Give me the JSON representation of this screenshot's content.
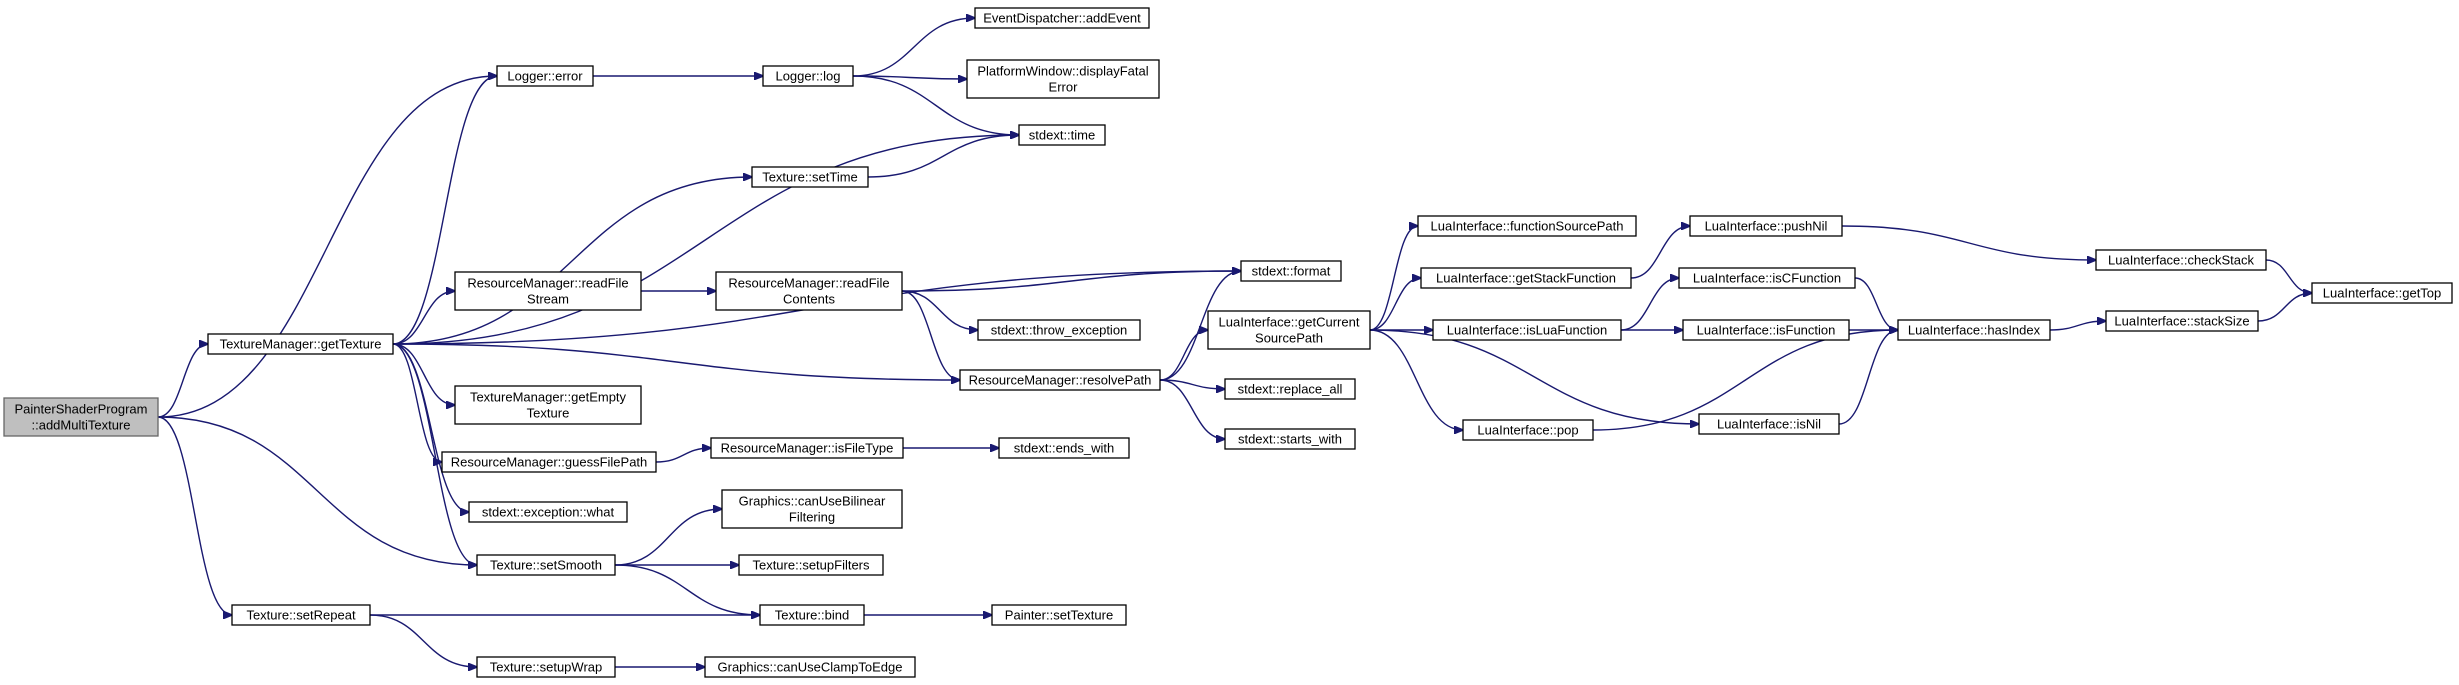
{
  "diagram": {
    "nodes": [
      {
        "id": "root",
        "lines": [
          "PainterShaderProgram",
          "::addMultiTexture"
        ],
        "root": true
      },
      {
        "id": "tm_getTexture",
        "lines": [
          "TextureManager::getTexture"
        ]
      },
      {
        "id": "tex_setRepeat",
        "lines": [
          "Texture::setRepeat"
        ]
      },
      {
        "id": "logger_error",
        "lines": [
          "Logger::error"
        ]
      },
      {
        "id": "logger_log",
        "lines": [
          "Logger::log"
        ]
      },
      {
        "id": "ed_addEvent",
        "lines": [
          "EventDispatcher::addEvent"
        ]
      },
      {
        "id": "pw_displayFatal",
        "lines": [
          "PlatformWindow::displayFatal",
          "Error"
        ]
      },
      {
        "id": "stdext_time",
        "lines": [
          "stdext::time"
        ]
      },
      {
        "id": "tex_setTime",
        "lines": [
          "Texture::setTime"
        ]
      },
      {
        "id": "stdext_format",
        "lines": [
          "stdext::format"
        ]
      },
      {
        "id": "rm_readFileStream",
        "lines": [
          "ResourceManager::readFile",
          "Stream"
        ]
      },
      {
        "id": "rm_readFileContents",
        "lines": [
          "ResourceManager::readFile",
          "Contents"
        ]
      },
      {
        "id": "stdext_throw",
        "lines": [
          "stdext::throw_exception"
        ]
      },
      {
        "id": "rm_resolvePath",
        "lines": [
          "ResourceManager::resolvePath"
        ]
      },
      {
        "id": "tm_getEmpty",
        "lines": [
          "TextureManager::getEmpty",
          "Texture"
        ]
      },
      {
        "id": "rm_guessFilePath",
        "lines": [
          "ResourceManager::guessFilePath"
        ]
      },
      {
        "id": "rm_isFileType",
        "lines": [
          "ResourceManager::isFileType"
        ]
      },
      {
        "id": "stdext_endsWith",
        "lines": [
          "stdext::ends_with"
        ]
      },
      {
        "id": "stdext_exceptionWhat",
        "lines": [
          "stdext::exception::what"
        ]
      },
      {
        "id": "gfx_canUseBilinear",
        "lines": [
          "Graphics::canUseBilinear",
          "Filtering"
        ]
      },
      {
        "id": "tex_setSmooth",
        "lines": [
          "Texture::setSmooth"
        ]
      },
      {
        "id": "tex_setupFilters",
        "lines": [
          "Texture::setupFilters"
        ]
      },
      {
        "id": "tex_bind",
        "lines": [
          "Texture::bind"
        ]
      },
      {
        "id": "painter_setTexture",
        "lines": [
          "Painter::setTexture"
        ]
      },
      {
        "id": "tex_setupWrap",
        "lines": [
          "Texture::setupWrap"
        ]
      },
      {
        "id": "gfx_canUseClamp",
        "lines": [
          "Graphics::canUseClampToEdge"
        ]
      },
      {
        "id": "li_getCurrentSourcePath",
        "lines": [
          "LuaInterface::getCurrent",
          "SourcePath"
        ]
      },
      {
        "id": "stdext_replaceAll",
        "lines": [
          "stdext::replace_all"
        ]
      },
      {
        "id": "stdext_startsWith",
        "lines": [
          "stdext::starts_with"
        ]
      },
      {
        "id": "li_functionSourcePath",
        "lines": [
          "LuaInterface::functionSourcePath"
        ]
      },
      {
        "id": "li_getStackFunction",
        "lines": [
          "LuaInterface::getStackFunction"
        ]
      },
      {
        "id": "li_isLuaFunction",
        "lines": [
          "LuaInterface::isLuaFunction"
        ]
      },
      {
        "id": "li_isNil",
        "lines": [
          "LuaInterface::isNil"
        ]
      },
      {
        "id": "li_pop",
        "lines": [
          "LuaInterface::pop"
        ]
      },
      {
        "id": "li_pushNil",
        "lines": [
          "LuaInterface::pushNil"
        ]
      },
      {
        "id": "li_isCFunction",
        "lines": [
          "LuaInterface::isCFunction"
        ]
      },
      {
        "id": "li_isFunction",
        "lines": [
          "LuaInterface::isFunction"
        ]
      },
      {
        "id": "li_hasIndex",
        "lines": [
          "LuaInterface::hasIndex"
        ]
      },
      {
        "id": "li_checkStack",
        "lines": [
          "LuaInterface::checkStack"
        ]
      },
      {
        "id": "li_stackSize",
        "lines": [
          "LuaInterface::stackSize"
        ]
      },
      {
        "id": "li_getTop",
        "lines": [
          "LuaInterface::getTop"
        ]
      }
    ],
    "edges": [
      [
        "root",
        "tm_getTexture"
      ],
      [
        "root",
        "logger_error"
      ],
      [
        "root",
        "tex_setSmooth"
      ],
      [
        "root",
        "tex_setRepeat"
      ],
      [
        "tm_getTexture",
        "logger_error"
      ],
      [
        "tm_getTexture",
        "stdext_time"
      ],
      [
        "tm_getTexture",
        "tex_setTime"
      ],
      [
        "tm_getTexture",
        "stdext_format"
      ],
      [
        "tm_getTexture",
        "rm_readFileStream"
      ],
      [
        "tm_getTexture",
        "rm_resolvePath"
      ],
      [
        "tm_getTexture",
        "tm_getEmpty"
      ],
      [
        "tm_getTexture",
        "rm_guessFilePath"
      ],
      [
        "tm_getTexture",
        "stdext_exceptionWhat"
      ],
      [
        "tm_getTexture",
        "tex_setSmooth"
      ],
      [
        "logger_error",
        "logger_log"
      ],
      [
        "logger_log",
        "ed_addEvent"
      ],
      [
        "logger_log",
        "pw_displayFatal"
      ],
      [
        "logger_log",
        "stdext_time"
      ],
      [
        "tex_setTime",
        "stdext_time"
      ],
      [
        "rm_readFileStream",
        "rm_readFileContents"
      ],
      [
        "rm_readFileContents",
        "stdext_format"
      ],
      [
        "rm_readFileContents",
        "stdext_throw"
      ],
      [
        "rm_readFileContents",
        "rm_resolvePath"
      ],
      [
        "rm_resolvePath",
        "stdext_format"
      ],
      [
        "rm_resolvePath",
        "li_getCurrentSourcePath"
      ],
      [
        "rm_resolvePath",
        "stdext_replaceAll"
      ],
      [
        "rm_resolvePath",
        "stdext_startsWith"
      ],
      [
        "rm_guessFilePath",
        "rm_isFileType"
      ],
      [
        "rm_isFileType",
        "stdext_endsWith"
      ],
      [
        "tex_setSmooth",
        "gfx_canUseBilinear"
      ],
      [
        "tex_setSmooth",
        "tex_setupFilters"
      ],
      [
        "tex_setSmooth",
        "tex_bind"
      ],
      [
        "tex_setRepeat",
        "tex_bind"
      ],
      [
        "tex_setRepeat",
        "tex_setupWrap"
      ],
      [
        "tex_setupWrap",
        "gfx_canUseClamp"
      ],
      [
        "tex_bind",
        "painter_setTexture"
      ],
      [
        "li_getCurrentSourcePath",
        "li_functionSourcePath"
      ],
      [
        "li_getCurrentSourcePath",
        "li_getStackFunction"
      ],
      [
        "li_getCurrentSourcePath",
        "li_isLuaFunction"
      ],
      [
        "li_getCurrentSourcePath",
        "li_isNil"
      ],
      [
        "li_getCurrentSourcePath",
        "li_pop"
      ],
      [
        "li_getStackFunction",
        "li_pushNil"
      ],
      [
        "li_isLuaFunction",
        "li_isCFunction"
      ],
      [
        "li_isLuaFunction",
        "li_isFunction"
      ],
      [
        "li_pushNil",
        "li_checkStack"
      ],
      [
        "li_isCFunction",
        "li_hasIndex"
      ],
      [
        "li_isFunction",
        "li_hasIndex"
      ],
      [
        "li_isNil",
        "li_hasIndex"
      ],
      [
        "li_pop",
        "li_hasIndex"
      ],
      [
        "li_hasIndex",
        "li_stackSize"
      ],
      [
        "li_checkStack",
        "li_getTop"
      ],
      [
        "li_stackSize",
        "li_getTop"
      ]
    ]
  }
}
